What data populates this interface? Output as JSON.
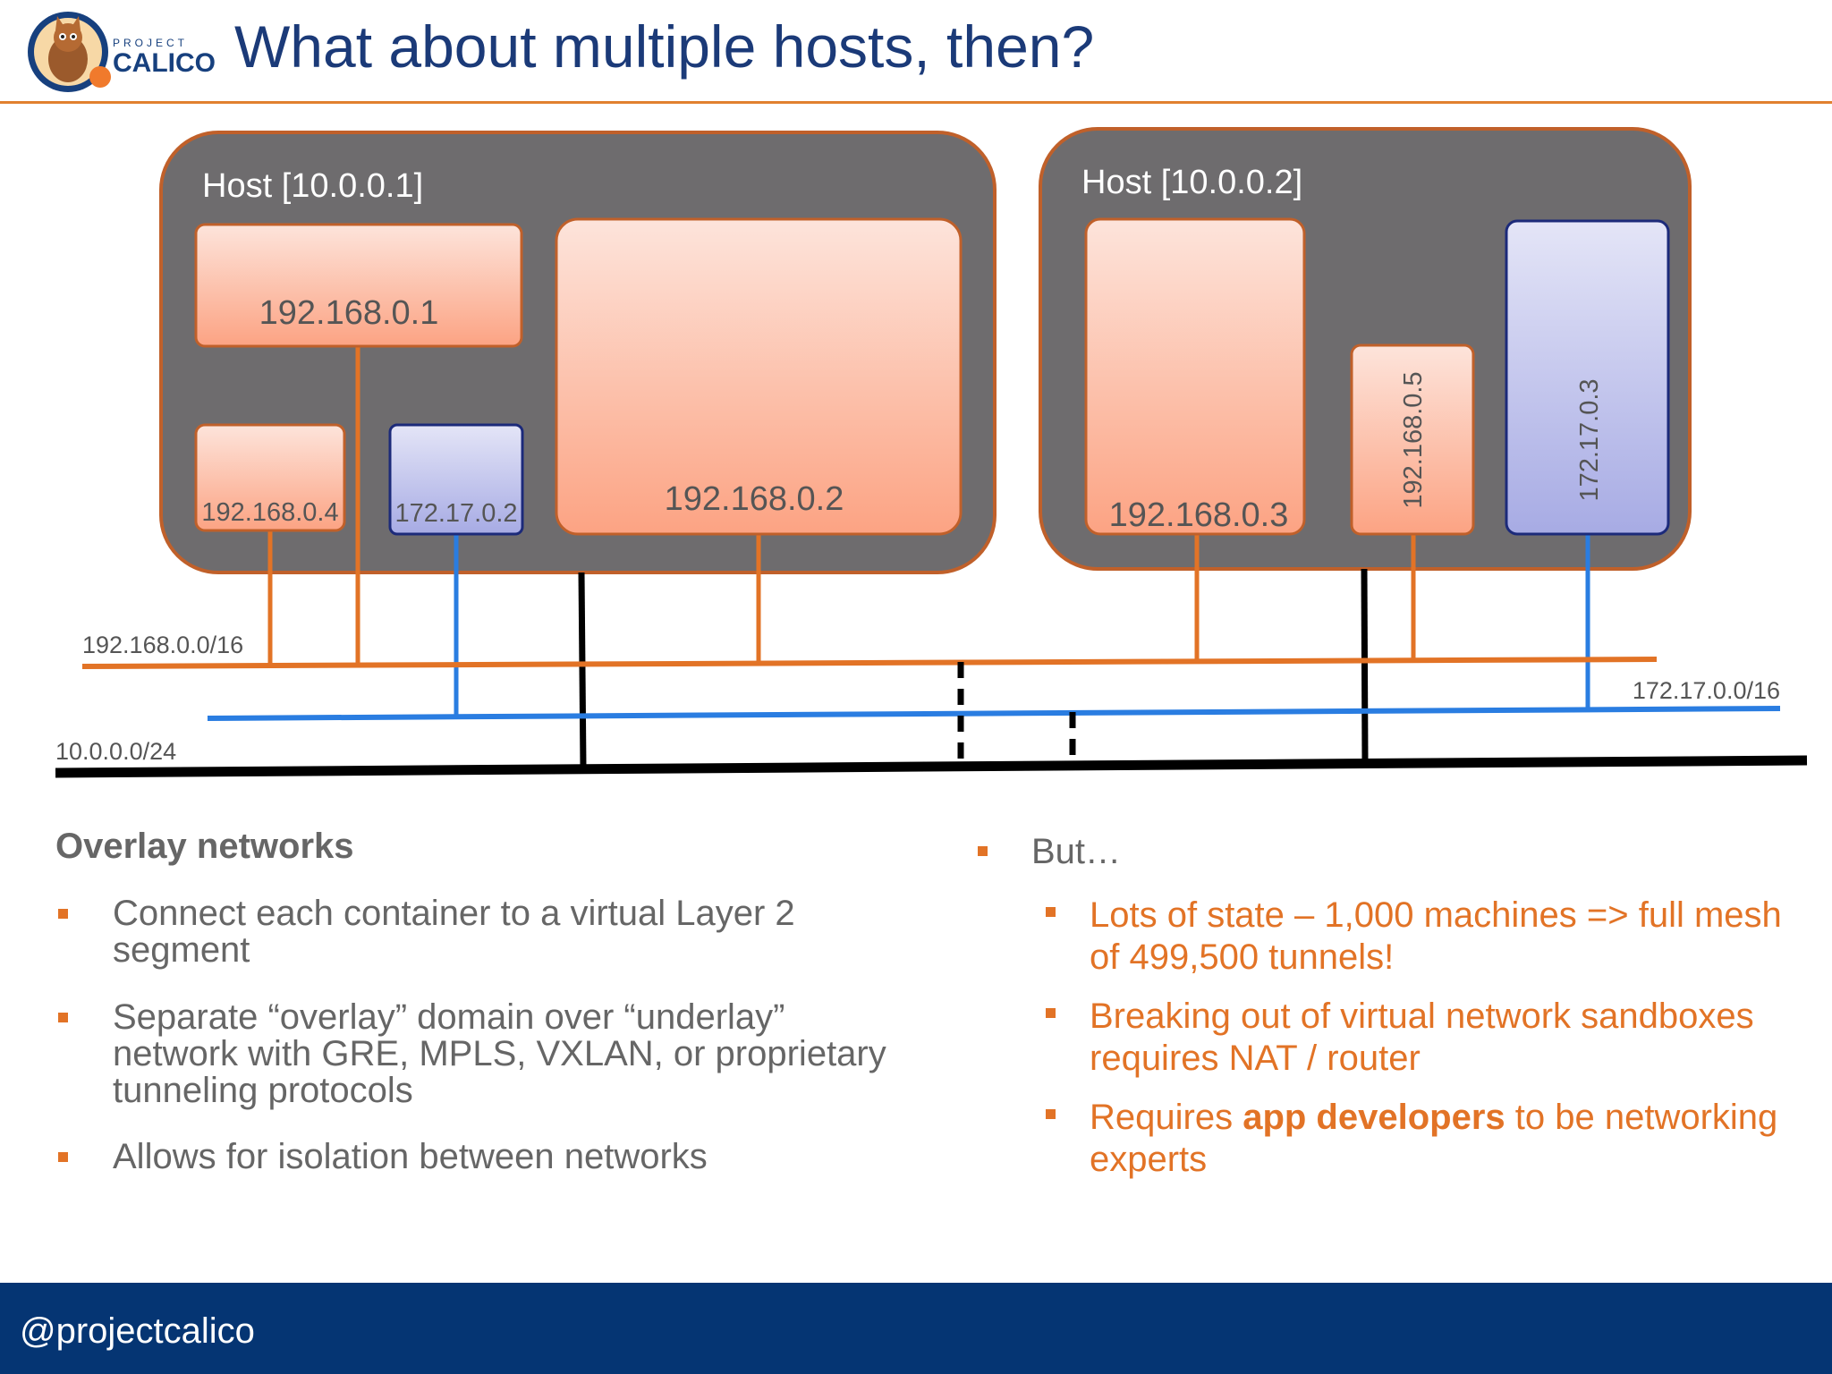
{
  "header": {
    "logo_top": "PROJECT",
    "logo_name": "CALICO",
    "title": "What about multiple hosts, then?"
  },
  "diagram": {
    "hosts": [
      {
        "title": "Host [10.0.0.1]",
        "containers": [
          "192.168.0.1",
          "192.168.0.4",
          "172.17.0.2",
          "192.168.0.2"
        ]
      },
      {
        "title": "Host [10.0.0.2]",
        "containers": [
          "192.168.0.3",
          "192.168.0.5",
          "172.17.0.3"
        ]
      }
    ],
    "networks": {
      "orange": "192.168.0.0/16",
      "blue": "172.17.0.0/16",
      "black": "10.0.0.0/24"
    },
    "colors": {
      "host_fill": "#6e6c6e",
      "host_border": "#c0602a",
      "orange_line": "#e27326",
      "blue_line": "#2a7de1",
      "accent": "#e27326",
      "footer": "#053573"
    }
  },
  "left": {
    "heading": "Overlay networks",
    "bullets": [
      "Connect each container to a virtual Layer 2 segment",
      "Separate “overlay” domain over “underlay” network with GRE, MPLS, VXLAN, or proprietary tunneling protocols",
      "Allows for isolation between networks"
    ]
  },
  "right": {
    "heading": "But…",
    "bullets": [
      {
        "pre": "Lots of state – 1,000 machines => full mesh of 499,500 tunnels!"
      },
      {
        "pre": "Breaking out of virtual network sandboxes requires NAT / router"
      },
      {
        "pre": "Requires ",
        "bold": "app developers",
        "post": " to be networking experts"
      }
    ]
  },
  "footer": {
    "handle": "@projectcalico"
  }
}
